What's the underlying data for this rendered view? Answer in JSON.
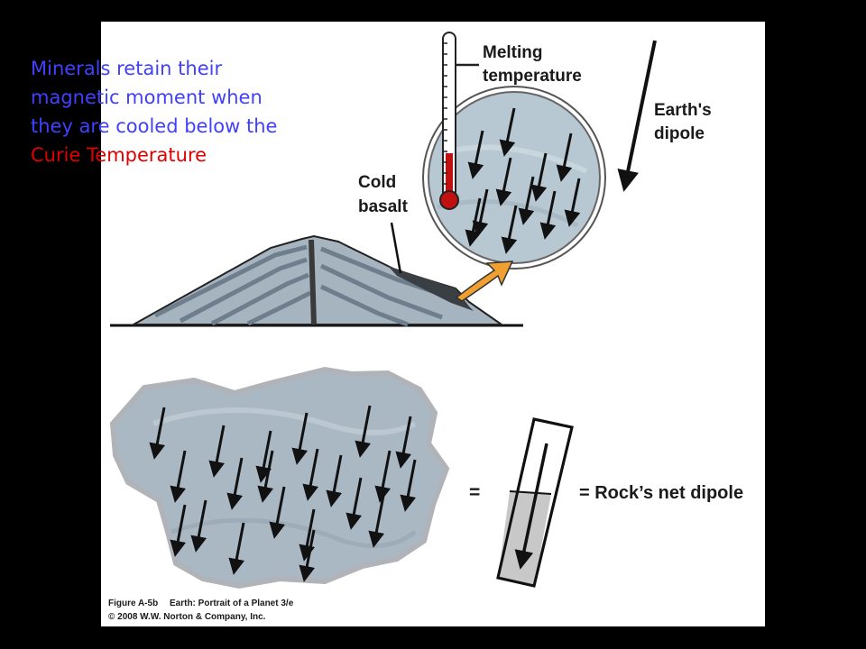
{
  "caption": {
    "line1": "Minerals retain their",
    "line2": "magnetic moment when",
    "line3": "they are cooled below the",
    "line4": "Curie Temperature",
    "text_color": "#4040ff",
    "highlight_color": "#e00000"
  },
  "labels": {
    "melting_1": "Melting",
    "melting_2": "temperature",
    "earth_1": "Earth's",
    "earth_2": "dipole",
    "cold_1": "Cold",
    "cold_2": "basalt",
    "equals": "=",
    "net_dipole": "= Rock’s net dipole"
  },
  "credits": {
    "figure_id": "Figure A-5b",
    "book": "Earth: Portrait of a Planet 3/e",
    "copyright": "© 2008 W.W. Norton & Company, Inc."
  },
  "colors": {
    "background": "#000000",
    "panel": "#ffffff",
    "rock_fill": "#aab8c4",
    "magnify_fill": "#b8c8d2",
    "thermometer_red": "#c01010",
    "callout_arrow": "#f0a030",
    "net_dipole_fill": "#c8c8c8"
  },
  "icons": {
    "thermometer": "thermometer-icon",
    "earth_dipole_arrow": "earth-dipole-arrow-icon",
    "callout_arrow": "magnify-callout-arrow-icon"
  }
}
